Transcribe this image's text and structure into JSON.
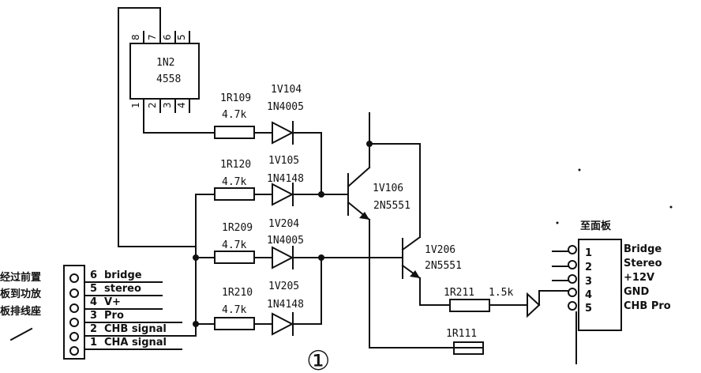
{
  "ic": {
    "ref": "1N2",
    "part": "4558",
    "pins_top": [
      "8",
      "7",
      "6",
      "5"
    ],
    "pins_bottom": [
      "1",
      "2",
      "3",
      "4"
    ]
  },
  "r109": {
    "ref": "1R109",
    "val": "4.7k"
  },
  "v104": {
    "ref": "1V104",
    "part": "1N4005"
  },
  "r120": {
    "ref": "1R120",
    "val": "4.7k"
  },
  "v105": {
    "ref": "1V105",
    "part": "1N4148"
  },
  "r209": {
    "ref": "1R209",
    "val": "4.7k"
  },
  "v204": {
    "ref": "1V204",
    "part": "1N4005"
  },
  "r210": {
    "ref": "1R210",
    "val": "4.7k"
  },
  "v205": {
    "ref": "1V205",
    "part": "1N4148"
  },
  "q106": {
    "ref": "1V106",
    "part": "2N5551"
  },
  "q206": {
    "ref": "1V206",
    "part": "2N5551"
  },
  "r211": {
    "ref": "1R211",
    "val": "1.5k"
  },
  "r111": {
    "ref": "1R111"
  },
  "left_conn": {
    "title_lines": [
      "经过前置",
      "板到功放",
      "板排线座"
    ],
    "pins": [
      {
        "num": "6",
        "label": "bridge"
      },
      {
        "num": "5",
        "label": "stereo"
      },
      {
        "num": "4",
        "label": "V+"
      },
      {
        "num": "3",
        "label": "Pro"
      },
      {
        "num": "2",
        "label": "CHB signal"
      },
      {
        "num": "1",
        "label": "CHA signal"
      }
    ]
  },
  "right_conn": {
    "title": "至面板",
    "pins": [
      {
        "num": "1",
        "label": "Bridge"
      },
      {
        "num": "2",
        "label": "Stereo"
      },
      {
        "num": "3",
        "label": "+12V"
      },
      {
        "num": "4",
        "label": "GND"
      },
      {
        "num": "5",
        "label": "CHB Pro"
      }
    ]
  },
  "figure_mark": "①"
}
